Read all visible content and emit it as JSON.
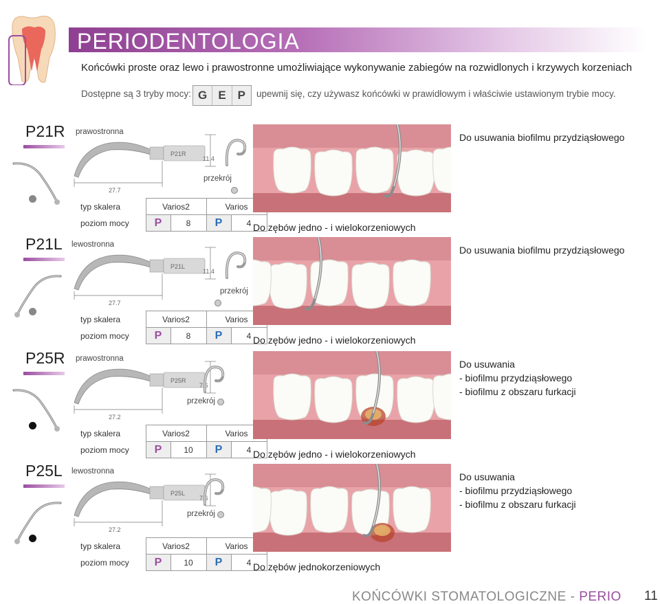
{
  "header": {
    "title": "PERIODENTOLOGIA",
    "subtitle": "Końcówki proste oraz lewo i prawostronne umożliwiające wykonywanie zabiegów na rozwidlonych i krzywych korzeniach",
    "modes_label": "Dostępne są 3 tryby mocy:",
    "modes": [
      "G",
      "E",
      "P"
    ],
    "modes_note": "upewnij się, czy używasz końcówki w prawidłowym i właściwie ustawionym trybie mocy."
  },
  "table_labels": {
    "row1": "typ skalera",
    "row2": "poziom mocy",
    "col1": "Varios2",
    "col2": "Varios",
    "section_label": "przekrój"
  },
  "colors": {
    "accent": "#9b4ea0",
    "power_p_purple": "#9b4ea0",
    "power_p_blue": "#2e6fb5",
    "gum": "#e9a3a8"
  },
  "tips": [
    {
      "code": "P21R",
      "side": "prawostronna",
      "length": "27.7",
      "height": "11.4",
      "tip_label": "P21R",
      "power_varios2_mode": "P",
      "power_varios2": "8",
      "power_varios_mode": "P",
      "power_varios": "4",
      "usage_below": "Do zębów jedno - i wielokorzeniowych",
      "desc": [
        "Do usuwania biofilmu przydziąsłowego"
      ]
    },
    {
      "code": "P21L",
      "side": "lewostronna",
      "length": "27.7",
      "height": "11.4",
      "tip_label": "P21L",
      "power_varios2_mode": "P",
      "power_varios2": "8",
      "power_varios_mode": "P",
      "power_varios": "4",
      "usage_below": "Do zębów jedno - i wielokorzeniowych",
      "desc": [
        "Do usuwania biofilmu przydziąsłowego"
      ]
    },
    {
      "code": "P25R",
      "side": "prawostronna",
      "length": "27.2",
      "height": "7.6",
      "tip_label": "P25R",
      "power_varios2_mode": "P",
      "power_varios2": "10",
      "power_varios_mode": "P",
      "power_varios": "4",
      "usage_below": "Do zębów jedno - i wielokorzeniowych",
      "desc": [
        "Do usuwania",
        "- biofilmu przydziąsłowego",
        "- biofilmu z obszaru furkacji"
      ]
    },
    {
      "code": "P25L",
      "side": "lewostronna",
      "length": "27.2",
      "height": "7.6",
      "tip_label": "P25L",
      "power_varios2_mode": "P",
      "power_varios2": "10",
      "power_varios_mode": "P",
      "power_varios": "4",
      "usage_below": "Do zębów jednokorzeniowych",
      "desc": [
        "Do usuwania",
        "- biofilmu przydziąsłowego",
        "- biofilmu z obszaru furkacji"
      ]
    }
  ],
  "footer": {
    "text": "KOŃCÓWKI STOMATOLOGICZNE - ",
    "accent": "PERIO",
    "page": "11"
  }
}
